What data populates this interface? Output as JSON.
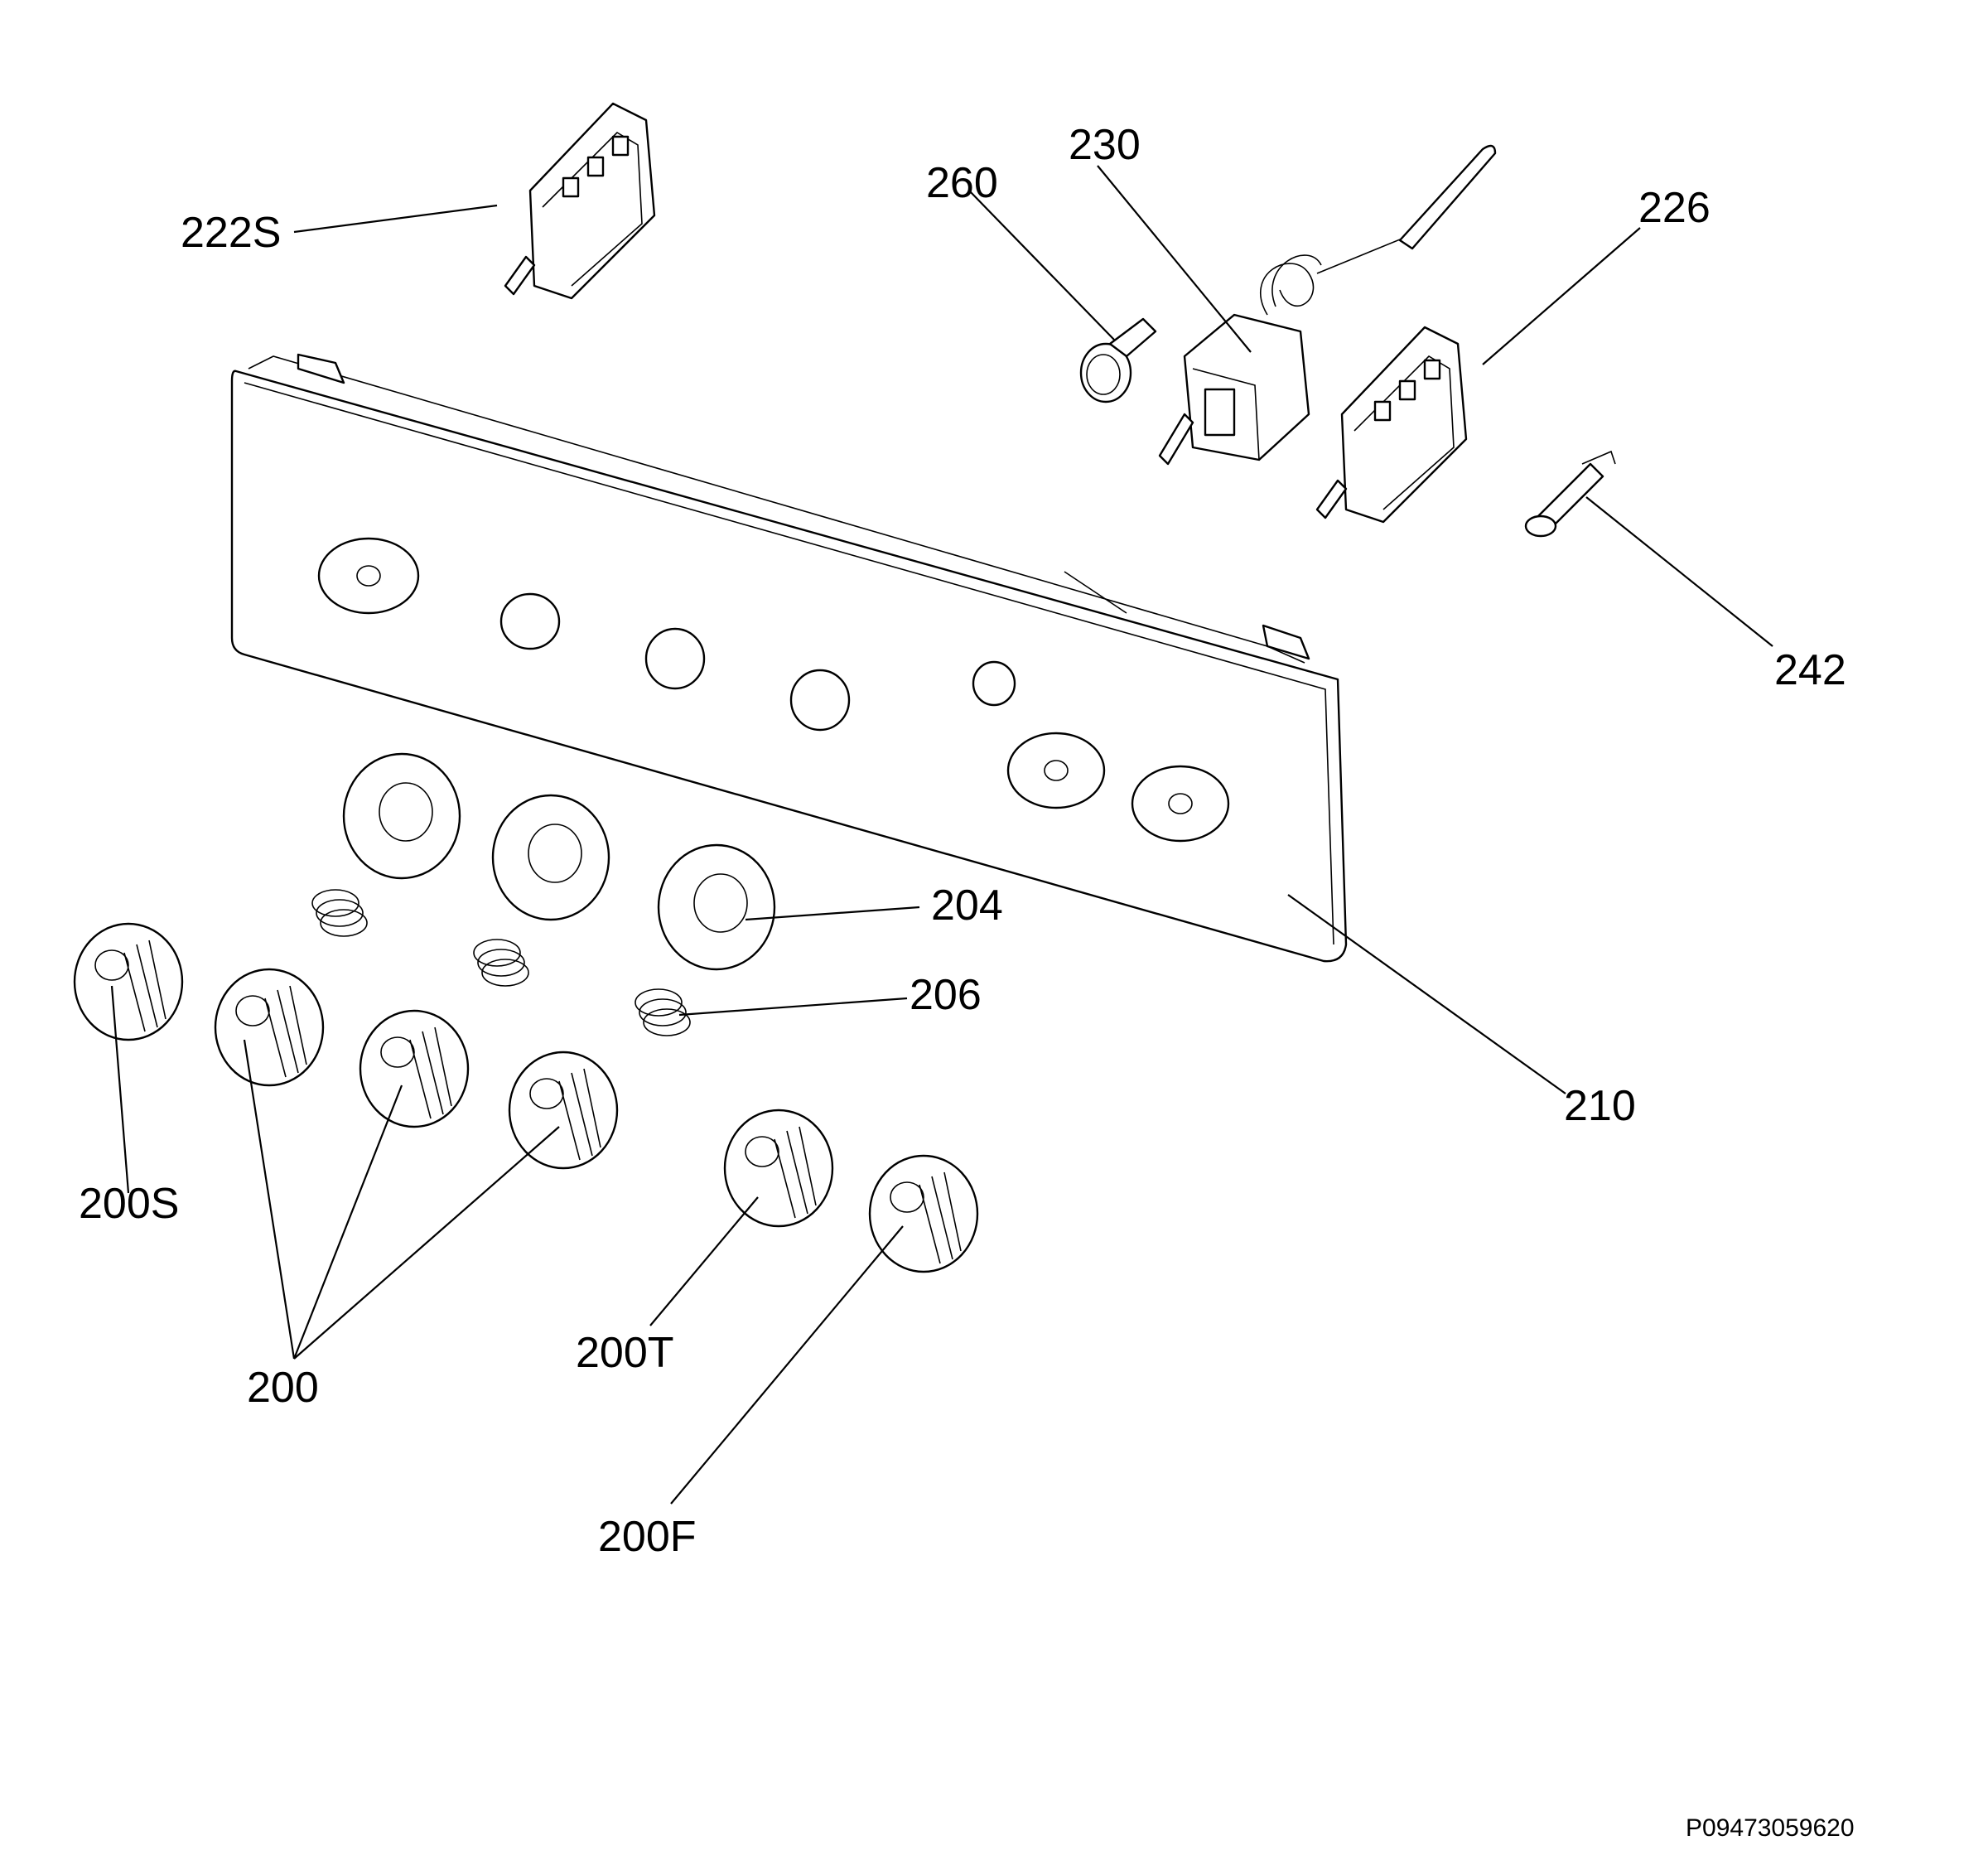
{
  "diagram": {
    "callouts": {
      "c222S": "222S",
      "c260": "260",
      "c230": "230",
      "c226": "226",
      "c242": "242",
      "c210": "210",
      "c204": "204",
      "c206": "206",
      "c200S": "200S",
      "c200": "200",
      "c200T": "200T",
      "c200F": "200F"
    },
    "reference_code": "P09473059620"
  }
}
